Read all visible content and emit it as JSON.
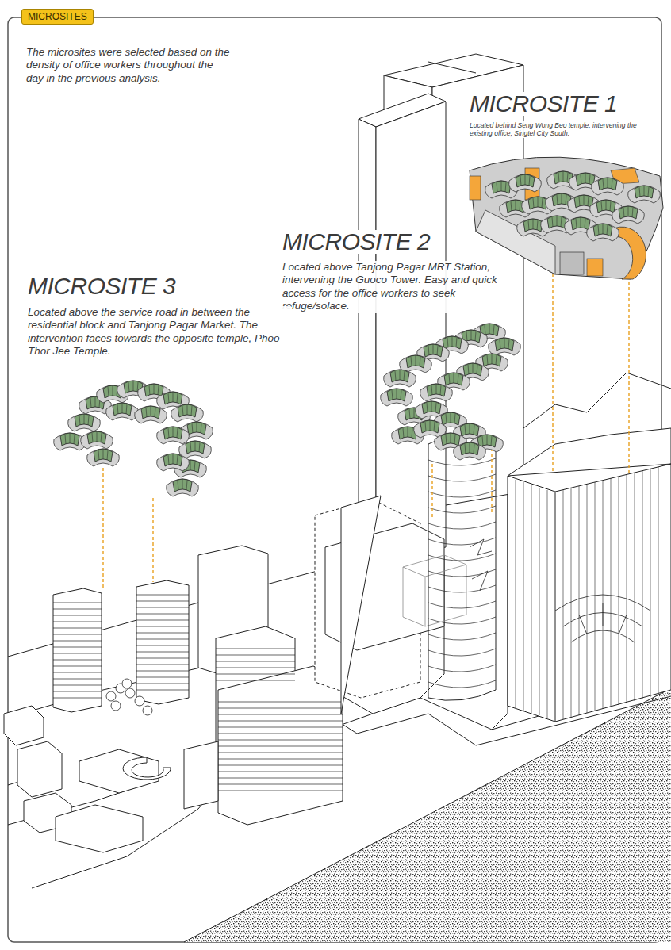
{
  "diagram": {
    "title": "MICROSITES",
    "labels": [
      "The microsites were selected based on the density of office workers throughout the day in the previous analysis.",
      "MICROSITE 1",
      "Located behind Seng Wong Beo temple, intervening the existing office, Singtel City South.",
      "MICROSITE 2",
      "Located above Tanjong Pagar MRT Station, intervening the Guoco Tower. Easy and quick access for the office workers to seek refuge/solace.",
      "MICROSITE 3",
      "Located above the service road in between the residential block and Tanjong Pagar Market. The intervention faces towards the opposite temple, Phoo Thor Jee Temple."
    ]
  }
}
